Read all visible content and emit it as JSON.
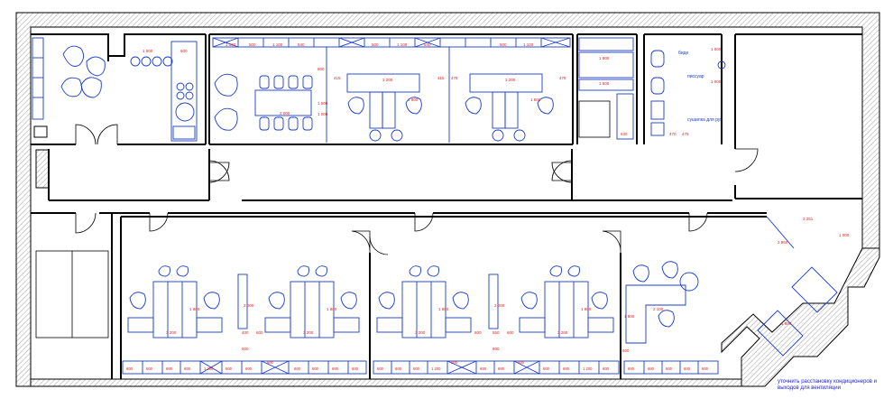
{
  "plan": {
    "note": "уточнить расстановку кондиционеров и выходов для вентиляции",
    "room_labels": {
      "bidet": "биде",
      "pissoir": "писсуар",
      "dryer": "сушилка\nдля рук"
    },
    "dimensions": {
      "top_storage_1": "1 500",
      "top_storage_2": "600",
      "top_strip": [
        "1 100",
        "500",
        "1 100",
        "540",
        "500",
        "1 100",
        "540",
        "500",
        "1 100"
      ],
      "meeting_table": "2 000",
      "cluster_a": "3 200",
      "cluster_b": "3 200",
      "gap_a": "1 800",
      "gap_b": "1 800",
      "side_a": "415",
      "side_b": "415",
      "side_c": "476",
      "side_d": "476",
      "meeting_side": "1 500",
      "meeting_gap": "1 000",
      "meeting_height": "800",
      "wc_1": "1 800",
      "wc_2": "1 500",
      "wc_3": "630",
      "wc_4": "1 000",
      "wc_5": "1 000",
      "wc_6": "470",
      "wc_7": "475",
      "corner_1": "3 251",
      "corner_2": "1 000",
      "corner_3": "2 960",
      "corner_4": "1 800",
      "bottom_clusters": [
        "3 200",
        "3 200",
        "3 200",
        "3 200"
      ],
      "bottom_heights": [
        "1 800",
        "1 800",
        "1 800",
        "1 800"
      ],
      "bottom_partitions": [
        "2 000",
        "2 000"
      ],
      "bottom_small": [
        "400",
        "600",
        "600",
        "800",
        "550",
        "600",
        "800",
        "600"
      ],
      "manager_desk": "2 100",
      "manager_side": "1 800",
      "bottom_strip": [
        "600",
        "600",
        "600",
        "600",
        "1 200",
        "600",
        "600",
        "600",
        "600",
        "600",
        "600",
        "600",
        "600",
        "600",
        "1 200",
        "600",
        "600",
        "600",
        "600",
        "1 200",
        "600",
        "600",
        "600",
        "600",
        "600",
        "600",
        "600",
        "600",
        "600"
      ]
    },
    "colors": {
      "wall": "#000000",
      "hatch": "#9a9a9a",
      "furniture": "#1a3cc8",
      "dimension": "#e02020",
      "note": "#2222cc"
    }
  }
}
